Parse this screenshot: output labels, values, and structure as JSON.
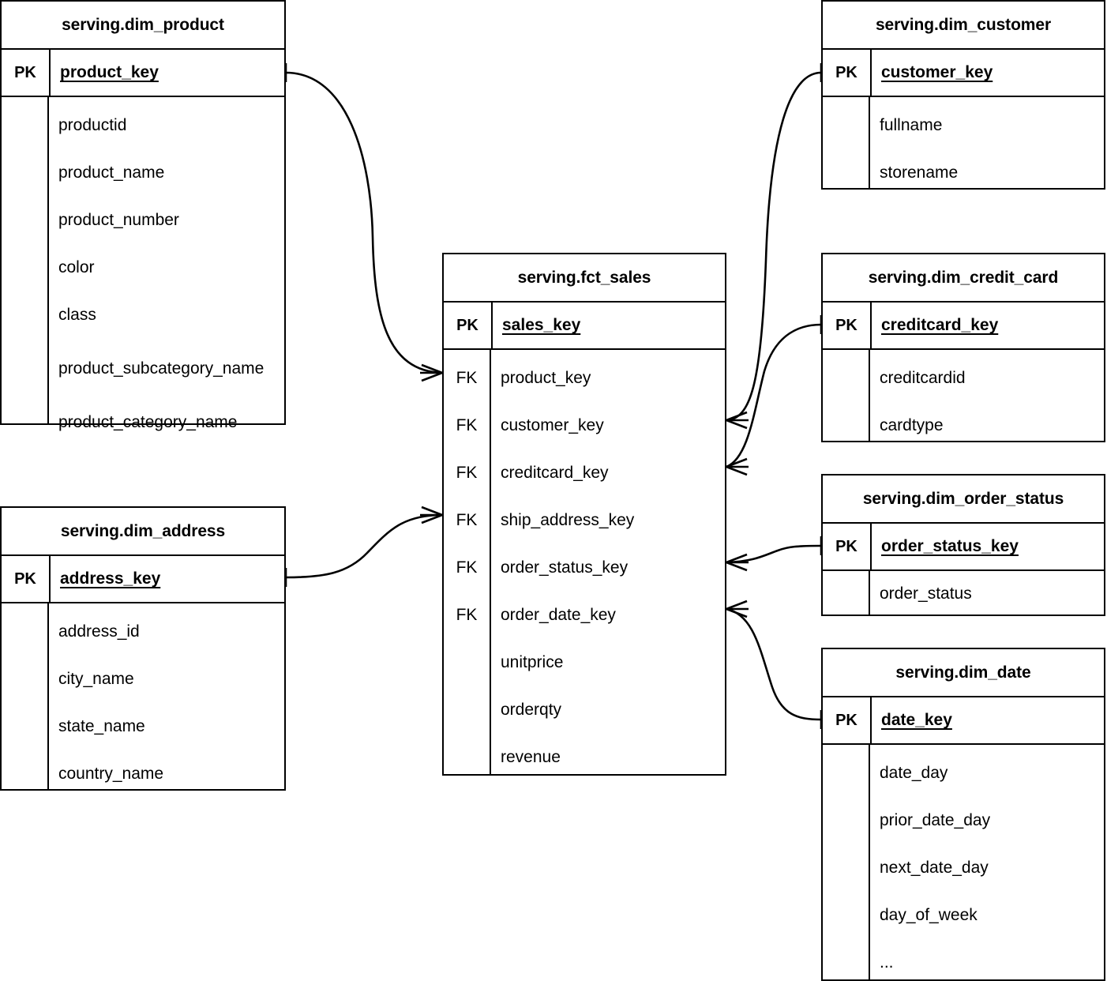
{
  "diagram": {
    "kind": "entity-relationship-diagram",
    "notation": "crows-foot",
    "background_color": "#ffffff",
    "line_color": "#000000",
    "pk_label": "PK",
    "fk_label": "FK"
  },
  "entities": [
    {
      "id": "dim_product",
      "title": "serving.dim_product",
      "pk": {
        "tag": "PK",
        "name": "product_key"
      },
      "attributes": [
        "productid",
        "product_name",
        "product_number",
        "color",
        "class",
        "product_subcategory_name",
        "product_category_name"
      ]
    },
    {
      "id": "dim_address",
      "title": "serving.dim_address",
      "pk": {
        "tag": "PK",
        "name": "address_key"
      },
      "attributes": [
        "address_id",
        "city_name",
        "state_name",
        "country_name"
      ]
    },
    {
      "id": "fct_sales",
      "title": "serving.fct_sales",
      "pk": {
        "tag": "PK",
        "name": "sales_key"
      },
      "foreign_keys": [
        {
          "tag": "FK",
          "name": "product_key"
        },
        {
          "tag": "FK",
          "name": "customer_key"
        },
        {
          "tag": "FK",
          "name": "creditcard_key"
        },
        {
          "tag": "FK",
          "name": "ship_address_key"
        },
        {
          "tag": "FK",
          "name": "order_status_key"
        },
        {
          "tag": "FK",
          "name": "order_date_key"
        }
      ],
      "measures": [
        "unitprice",
        "orderqty",
        "revenue"
      ]
    },
    {
      "id": "dim_customer",
      "title": "serving.dim_customer",
      "pk": {
        "tag": "PK",
        "name": "customer_key"
      },
      "attributes": [
        "fullname",
        "storename"
      ]
    },
    {
      "id": "dim_credit_card",
      "title": "serving.dim_credit_card",
      "pk": {
        "tag": "PK",
        "name": "creditcard_key"
      },
      "attributes": [
        "creditcardid",
        "cardtype"
      ]
    },
    {
      "id": "dim_order_status",
      "title": "serving.dim_order_status",
      "pk": {
        "tag": "PK",
        "name": "order_status_key"
      },
      "attributes": [
        "order_status"
      ]
    },
    {
      "id": "dim_date",
      "title": "serving.dim_date",
      "pk": {
        "tag": "PK",
        "name": "date_key"
      },
      "attributes": [
        "date_day",
        "prior_date_day",
        "next_date_day",
        "day_of_week",
        "..."
      ]
    }
  ],
  "relationships": [
    {
      "from": "dim_product",
      "from_field": "product_key",
      "to": "fct_sales",
      "to_field": "product_key",
      "from_cardinality": "one",
      "to_cardinality": "many"
    },
    {
      "from": "dim_address",
      "from_field": "address_key",
      "to": "fct_sales",
      "to_field": "ship_address_key",
      "from_cardinality": "one",
      "to_cardinality": "many"
    },
    {
      "from": "dim_customer",
      "from_field": "customer_key",
      "to": "fct_sales",
      "to_field": "customer_key",
      "from_cardinality": "one",
      "to_cardinality": "many"
    },
    {
      "from": "dim_credit_card",
      "from_field": "creditcard_key",
      "to": "fct_sales",
      "to_field": "creditcard_key",
      "from_cardinality": "one",
      "to_cardinality": "many"
    },
    {
      "from": "dim_order_status",
      "from_field": "order_status_key",
      "to": "fct_sales",
      "to_field": "order_status_key",
      "from_cardinality": "one",
      "to_cardinality": "many"
    },
    {
      "from": "dim_date",
      "from_field": "date_key",
      "to": "fct_sales",
      "to_field": "order_date_key",
      "from_cardinality": "one",
      "to_cardinality": "many"
    }
  ]
}
